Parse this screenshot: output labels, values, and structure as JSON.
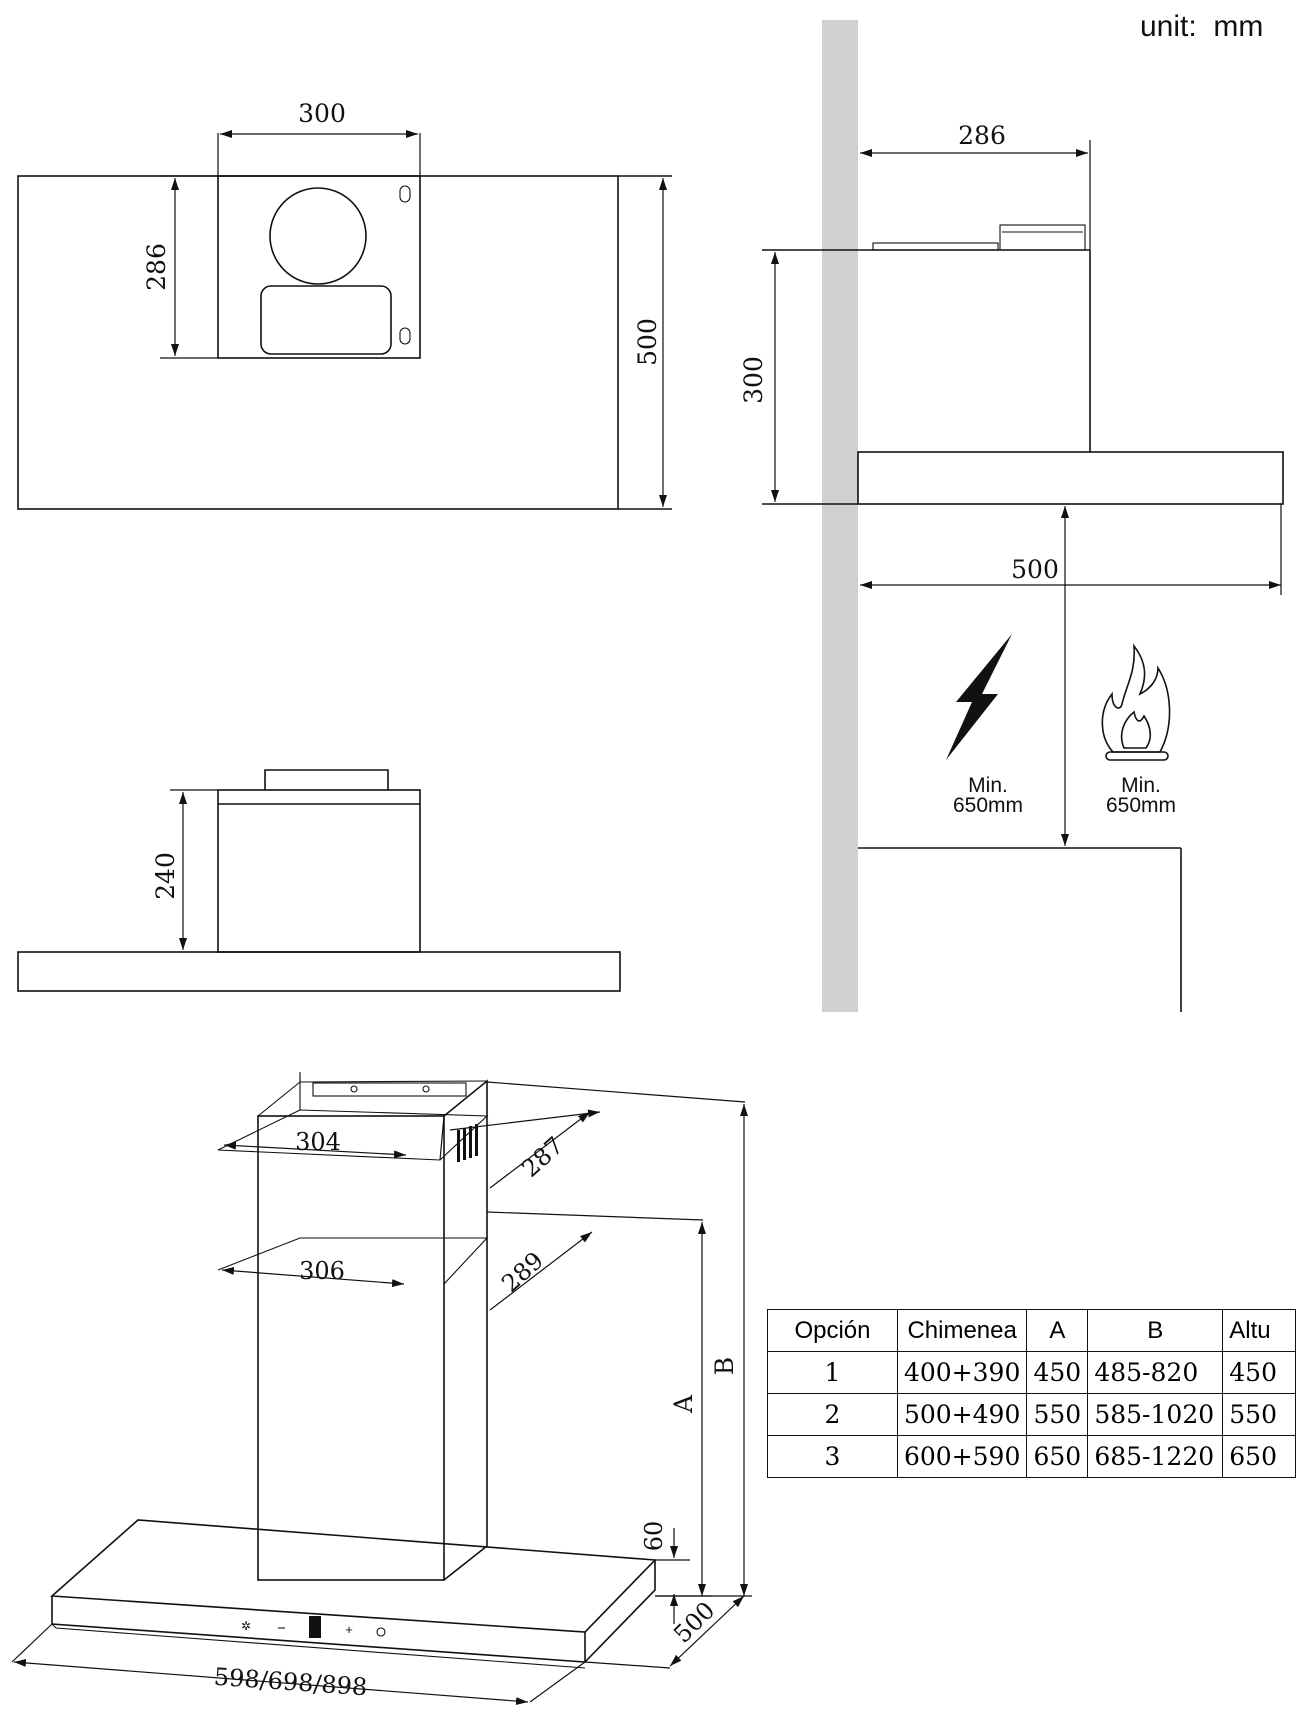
{
  "unit_label": "unit:  mm",
  "top_view": {
    "width_dim": "300",
    "height_dim": "286",
    "depth_dim": "500"
  },
  "side_view": {
    "width_dim": "286",
    "height_dim": "300",
    "depth_dim": "500"
  },
  "front_view": {
    "height_dim": "240"
  },
  "clearance": {
    "electric": "Min.\n650mm",
    "gas": "Min.\n650mm"
  },
  "iso_view": {
    "upper_width": "304",
    "upper_depth": "287",
    "lower_width": "306",
    "lower_depth": "289",
    "label_a": "A",
    "label_b": "B",
    "canopy_height": "60",
    "canopy_depth": "500",
    "canopy_width": "598/698/898"
  },
  "table": {
    "headers": [
      "Opción",
      "Chimenea",
      "A",
      "B",
      "Altu"
    ],
    "rows": [
      [
        "1",
        "400+390",
        "450",
        "485-820",
        "450"
      ],
      [
        "2",
        "500+490",
        "550",
        "585-1020",
        "550"
      ],
      [
        "3",
        "600+590",
        "650",
        "685-1220",
        "650"
      ]
    ]
  },
  "colors": {
    "wall": "#d0d0d0",
    "line": "#111111"
  },
  "icons": [
    "lightning-bolt-icon",
    "flame-icon"
  ]
}
